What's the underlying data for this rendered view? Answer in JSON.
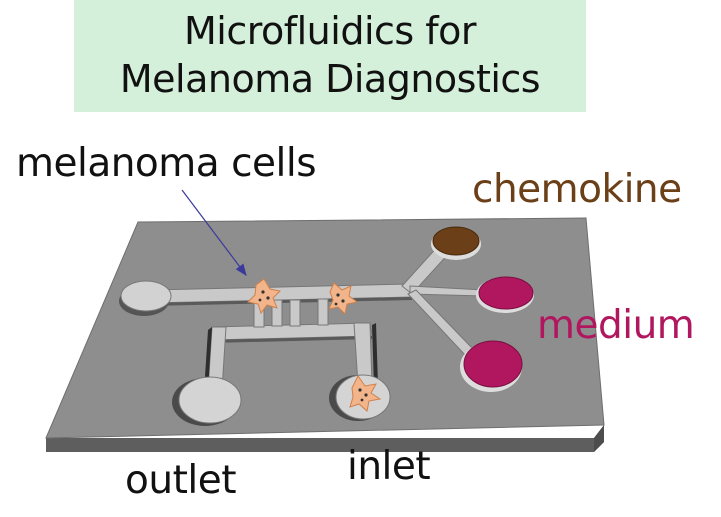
{
  "title": {
    "line1": "Microfluidics for",
    "line2": "Melanoma Diagnostics"
  },
  "labels": {
    "melanoma_cells": "melanoma cells",
    "chemokine": "chemokine",
    "medium": "medium",
    "outlet": "outlet",
    "inlet": "inlet"
  },
  "colors": {
    "title_background": "#d4f0da",
    "chip_top": "#8c8c8c",
    "chip_side": "#5e5e5e",
    "chemokine": "#6b3f17",
    "medium": "#b0175f",
    "arrow": "#3a3a9a",
    "cell": "#f2b48a"
  }
}
